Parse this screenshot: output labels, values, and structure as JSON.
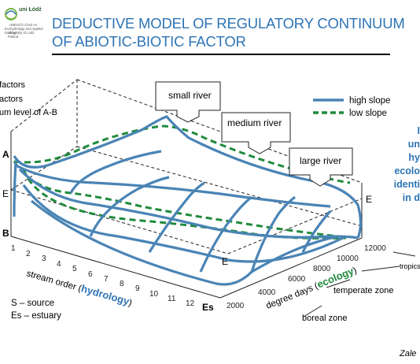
{
  "header": {
    "title_line1": "DEDUCTIVE MODEL OF REGULATORY CONTINUUM",
    "title_line2": "OF ABIOTIC-BIOTIC FACTOR",
    "logo_text_top": "uni Łódź",
    "logo_text_line1": "UNESCO Chair on",
    "logo_text_line2": "Ecohydrology and Applied Ecology",
    "logo_text_line3": "University of Lodz, Poland"
  },
  "left_legend": {
    "line1": "factors",
    "line2": "actors",
    "line3": "um level of A-B"
  },
  "axis_labels": {
    "a_marker": "A",
    "b_marker": "B",
    "e_marker": "E",
    "stream_order_prefix": "stream order (",
    "stream_order_key": "hydrology",
    "stream_order_suffix": ")",
    "degree_days_prefix": "degree days (",
    "degree_days_key": "ecology",
    "degree_days_suffix": ")",
    "es_label": "Es",
    "stream_order_ticks": [
      "1",
      "2",
      "3",
      "4",
      "5",
      "6",
      "7",
      "8",
      "9",
      "10",
      "11",
      "12"
    ],
    "degree_days_ticks": [
      "2000",
      "4000",
      "6000",
      "8000",
      "10000",
      "12000"
    ]
  },
  "callouts": {
    "small_river": "small river",
    "medium_river": "medium river",
    "large_river": "large river"
  },
  "series_legend": {
    "high_slope": "high slope",
    "low_slope": "low slope",
    "high_color": "#4a84b5",
    "low_color": "#1f8a3c"
  },
  "zones": {
    "tropical": "tropics",
    "temperate": "temperate zone",
    "boreal": "boreal zone"
  },
  "source_legend": {
    "source": "S – source",
    "estuary": "Es – estuary"
  },
  "right_text": {
    "l1": "I",
    "l2": "un",
    "l3": "hy",
    "l4": "ecolo",
    "l5": "identi",
    "l6": "in d"
  },
  "footer": {
    "citation": "Zale"
  }
}
